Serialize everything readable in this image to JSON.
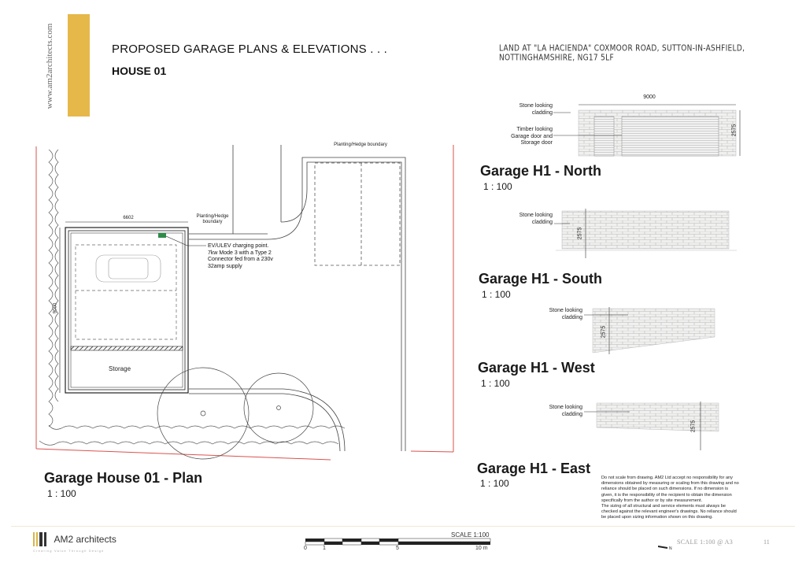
{
  "header": {
    "website": "www.am2architects.com",
    "title": "PROPOSED GARAGE PLANS & ELEVATIONS . . .",
    "subtitle": "HOUSE 01",
    "address": "LAND AT \"LA HACIENDA\" COXMOOR ROAD, SUTTON-IN-ASHFIELD, NOTTINGHAMSHIRE, NG17 5LF"
  },
  "plan": {
    "title": "Garage House 01 - Plan",
    "scale": "1 : 100",
    "width_dim": "6602",
    "depth_dim": "9000",
    "hedge_label_top": "Planting/Hedge boundary",
    "hedge_label_mid_1": "Planting/Hedge",
    "hedge_label_mid_2": "boundary",
    "storage_label": "Storage",
    "ev_note": [
      "EV/ULEV charging point.",
      "7kw Mode 3 with a Type 2",
      "Connector fed from a 230v",
      "32amp supply"
    ],
    "colors": {
      "boundary_red": "#d9534f",
      "ev_point_green": "#2e8b4a"
    }
  },
  "elevations": [
    {
      "id": "north",
      "title": "Garage H1 - North",
      "scale": "1 : 100",
      "width_dim": "9000",
      "height_dim": "2575",
      "annotations": [
        {
          "lines": [
            "Stone looking",
            "cladding"
          ]
        },
        {
          "lines": [
            "Timber looking",
            "Garage door and",
            "Storage door"
          ]
        }
      ]
    },
    {
      "id": "south",
      "title": "Garage H1 - South",
      "scale": "1 : 100",
      "height_dim": "2575",
      "annotations": [
        {
          "lines": [
            "Stone looking",
            "cladding"
          ]
        }
      ]
    },
    {
      "id": "west",
      "title": "Garage H1 - West",
      "scale": "1 : 100",
      "height_dim": "2575",
      "annotations": [
        {
          "lines": [
            "Stone looking",
            "cladding"
          ]
        }
      ]
    },
    {
      "id": "east",
      "title": "Garage H1 - East",
      "scale": "1 : 100",
      "height_dim": "2575",
      "annotations": [
        {
          "lines": [
            "Stone looking",
            "cladding"
          ]
        }
      ]
    }
  ],
  "disclaimer": [
    "Do not scale from drawing. AM2 Ltd accept no responsibility for any",
    "dimensions obtained by measuring or scaling from this drawing and no",
    "reliance should be placed on such dimensions. If no dimension is",
    "given, it is the responsibility of the recipient to obtain the dimension",
    "specifically from the author or by site measurement.",
    "The sizing of all structural and service elements must always be",
    "checked against the relevant engineer's drawings. No reliance should",
    "be placed upon sizing information shown on this drawing."
  ],
  "footer": {
    "logo_text": "AM2 architects",
    "logo_tagline": "Creating Value Through Design",
    "scalebar_label": "SCALE 1:100",
    "scalebar_ticks": [
      "0",
      "1",
      "5",
      "10 m"
    ],
    "sheet_scale": "SCALE 1:100 @ A3",
    "sheet_number": "11",
    "north_label": "N",
    "brand_gold": "#e6b84a"
  }
}
